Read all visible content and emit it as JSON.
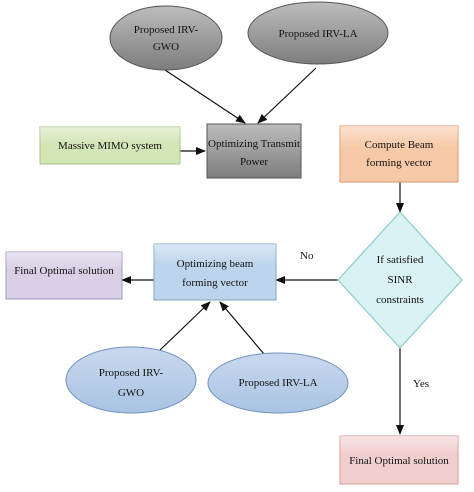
{
  "nodes": {
    "irv_gwo_top": {
      "line1": "Proposed IRV-",
      "line2": "GWO"
    },
    "irv_la_top": {
      "label": "Proposed IRV-LA"
    },
    "massive_mimo": {
      "label": "Massive MIMO system"
    },
    "optimizing_power": {
      "line1": "Optimizing Transmit",
      "line2": "Power"
    },
    "compute_beam": {
      "line1": "Compute Beam",
      "line2": "forming vector"
    },
    "sinr_decision": {
      "line1": "If satisfied",
      "line2": "SINR",
      "line3": "constraints"
    },
    "optimizing_beam": {
      "line1": "Optimizing beam",
      "line2": "forming vector"
    },
    "final_left": {
      "label": "Final Optimal solution"
    },
    "irv_gwo_bottom": {
      "line1": "Proposed IRV-",
      "line2": "GWO"
    },
    "irv_la_bottom": {
      "label": "Proposed IRV-LA"
    },
    "final_bottom": {
      "label": "Final Optimal solution"
    }
  },
  "edge_labels": {
    "no": "No",
    "yes": "Yes"
  },
  "colors": {
    "gray_fill": "#8f8f8f",
    "green_fill": "#d3e6b8",
    "orange_fill": "#f7c9a6",
    "cyan_fill": "#d9f2f4",
    "blue_fill": "#bcd4ec",
    "purple_fill": "#d9d0e6",
    "pink_fill": "#f2cfcf",
    "oval_blue_fill": "#b9cfe8"
  }
}
